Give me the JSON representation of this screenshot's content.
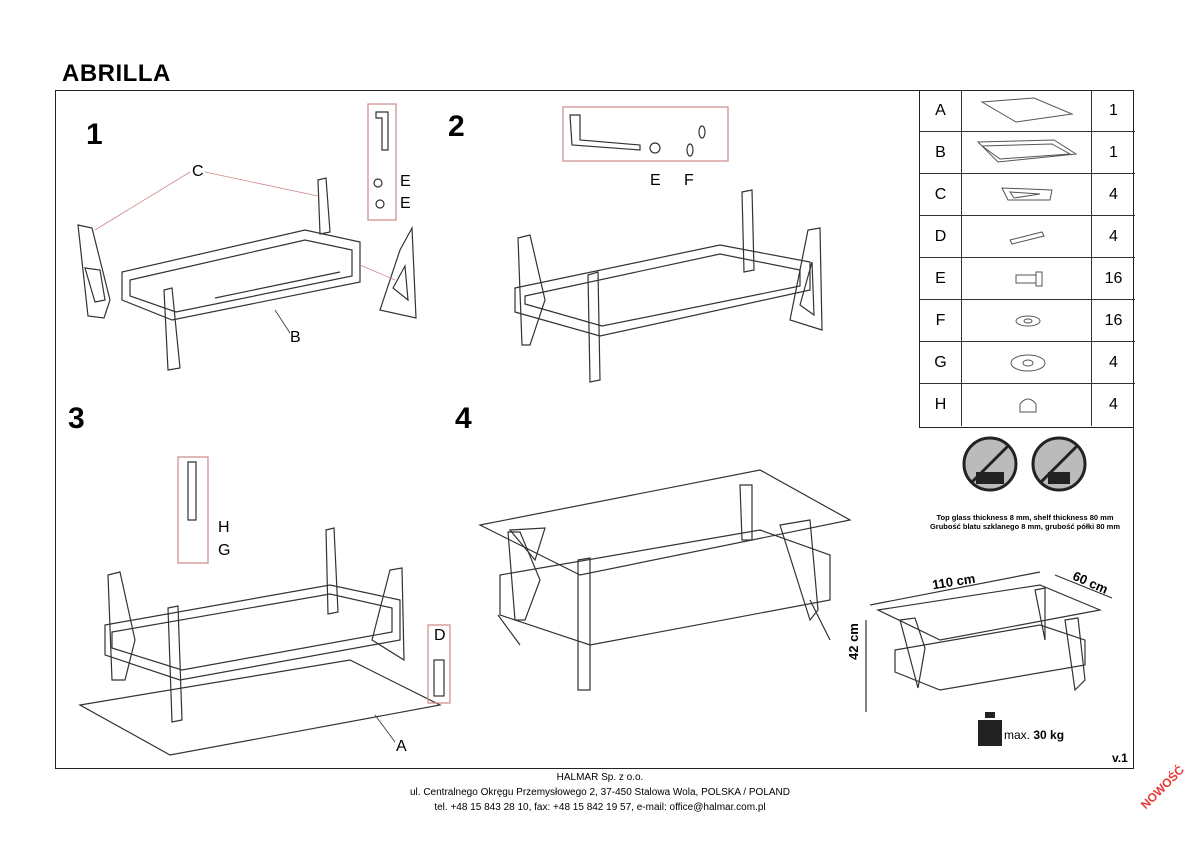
{
  "title": "ABRILLA",
  "steps": [
    "1",
    "2",
    "3",
    "4"
  ],
  "labels": {
    "step1": {
      "c": "C",
      "e1": "E",
      "e2": "E",
      "b": "B"
    },
    "step2": {
      "e": "E",
      "f": "F"
    },
    "step3": {
      "h": "H",
      "g": "G",
      "d": "D",
      "a": "A"
    }
  },
  "parts": [
    {
      "letter": "A",
      "qty": "1",
      "icon": "glass-top-icon"
    },
    {
      "letter": "B",
      "qty": "1",
      "icon": "shelf-frame-icon"
    },
    {
      "letter": "C",
      "qty": "4",
      "icon": "leg-icon"
    },
    {
      "letter": "D",
      "qty": "4",
      "icon": "dowel-icon"
    },
    {
      "letter": "E",
      "qty": "16",
      "icon": "screw-icon"
    },
    {
      "letter": "F",
      "qty": "16",
      "icon": "washer-icon"
    },
    {
      "letter": "G",
      "qty": "4",
      "icon": "large-washer-icon"
    },
    {
      "letter": "H",
      "qty": "4",
      "icon": "cap-nut-icon"
    }
  ],
  "glass_note_en": "Top glass thickness 8 mm, shelf thickness 80 mm",
  "glass_note_pl": "Grubość blatu szklanego 8 mm, grubość półki 80 mm",
  "dimensions": {
    "length": "110 cm",
    "depth": "60 cm",
    "height": "42 cm"
  },
  "max_load": {
    "prefix": "max.",
    "value": "30 kg"
  },
  "version": "v.1",
  "footer": {
    "line1": "HALMAR Sp. z o.o.",
    "line2": "ul. Centralnego Okręgu Przemysłowego 2, 37-450 Stalowa Wola, POLSKA / POLAND",
    "line3": "tel. +48 15 843 28 10, fax: +48 15 842 19 57, e-mail: office@halmar.com.pl"
  },
  "badge": "NOWOŚĆ"
}
